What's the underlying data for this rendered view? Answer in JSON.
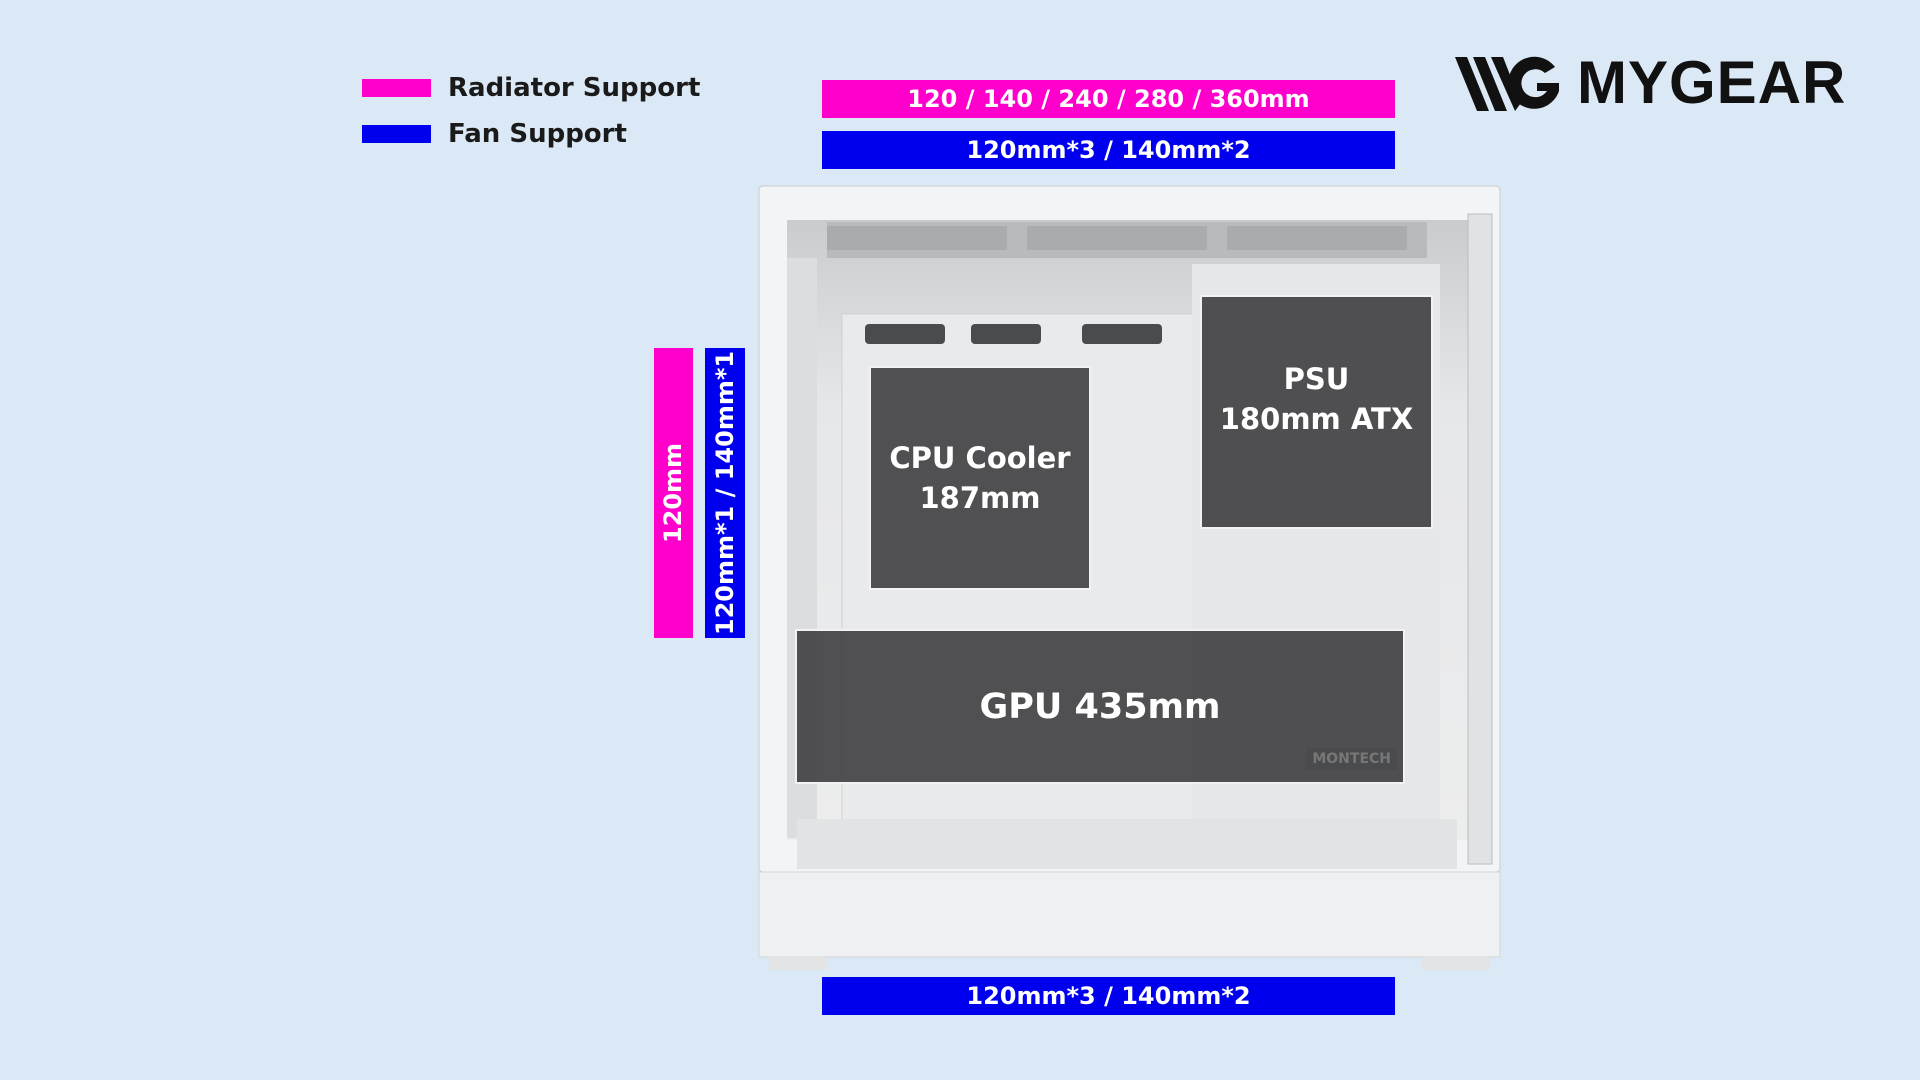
{
  "legend": {
    "items": [
      {
        "label": "Radiator Support",
        "color": "#ff00cc"
      },
      {
        "label": "Fan Support",
        "color": "#0000ee"
      }
    ]
  },
  "brand": {
    "name": "MYGEAR",
    "icon": "mygear-logo-icon"
  },
  "top": {
    "radiator": "120 / 140 / 240 / 280 / 360mm",
    "fan": "120mm*3 / 140mm*2"
  },
  "rear": {
    "radiator": "120mm",
    "fan": "120mm*1 / 140mm*1"
  },
  "bottom": {
    "fan": "120mm*3 / 140mm*2"
  },
  "components": {
    "cpu": {
      "line1": "CPU Cooler",
      "line2": "187mm"
    },
    "psu": {
      "line1": "PSU",
      "line2": "180mm ATX"
    },
    "gpu": {
      "line1": "GPU 435mm"
    },
    "case_brand": "MONTECH"
  },
  "colors": {
    "radiator": "#ff00cc",
    "fan": "#0000ee",
    "background": "#dbe9f6"
  }
}
